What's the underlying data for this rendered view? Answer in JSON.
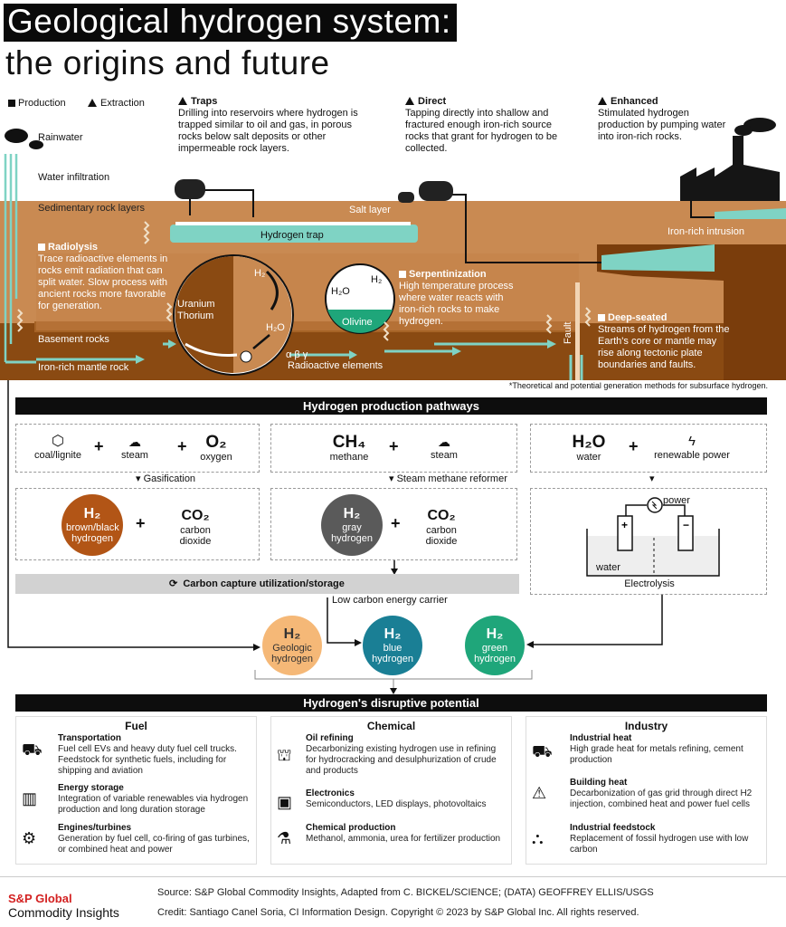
{
  "title": {
    "line1": "Geological hydrogen system:",
    "line2": "the origins and future"
  },
  "legend": {
    "production": "Production",
    "extraction": "Extraction"
  },
  "extraction_methods": [
    {
      "name": "Traps",
      "desc": "Drilling into reservoirs where hydrogen is trapped similar to oil and gas, in porous rocks below salt deposits or other impermeable rock layers."
    },
    {
      "name": "Direct",
      "desc": "Tapping directly into shallow and fractured enough iron-rich source rocks that grant for hydrogen to be collected."
    },
    {
      "name": "Enhanced",
      "desc": "Stimulated hydrogen production by pumping water into iron-rich rocks."
    }
  ],
  "geology": {
    "rainwater": "Rainwater",
    "water_infiltration": "Water infiltration",
    "sedimentary": "Sedimentary rock layers",
    "salt_layer": "Salt layer",
    "hydrogen_trap": "Hydrogen trap",
    "iron_rich_intrusion": "Iron-rich intrusion",
    "basement": "Basement rocks",
    "mantle": "Iron-rich mantle rock",
    "fault": "Fault",
    "radioactive": "Radioactive elements",
    "abg": "α β γ",
    "uranium": "Uranium",
    "thorium": "Thorium",
    "olivine": "Olivine",
    "h2": "H₂",
    "h2o": "H₂O"
  },
  "production_methods": [
    {
      "name": "Radiolysis",
      "desc": "Trace radioactive elements in rocks emit radiation that can split water. Slow process with ancient rocks more favorable for generation."
    },
    {
      "name": "Serpentinization",
      "desc": "High temperature process where water reacts with iron-rich rocks to make hydrogen."
    },
    {
      "name": "Deep-seated",
      "desc": "Streams of hydrogen from the Earth's core or mantle may rise along tectonic plate boundaries and faults."
    }
  ],
  "footnote": "*Theoretical and potential generation methods for subsurface hydrogen.",
  "pathways": {
    "header": "Hydrogen production pathways",
    "col1": {
      "in1": "coal/lignite",
      "in2": "steam",
      "in3_formula": "O₂",
      "in3": "oxygen",
      "process": "Gasification",
      "out_h2": "H₂",
      "out_label": "brown/black hydrogen",
      "co2": "CO₂",
      "co2_label": "carbon dioxide"
    },
    "col2": {
      "in1_formula": "CH₄",
      "in1": "methane",
      "in2": "steam",
      "process": "Steam methane reformer",
      "out_h2": "H₂",
      "out_label": "gray hydrogen",
      "co2": "CO₂",
      "co2_label": "carbon dioxide"
    },
    "col3": {
      "in1_formula": "H₂O",
      "in1": "water",
      "in2": "renewable power",
      "power": "power",
      "water": "water",
      "process": "Electrolysis"
    },
    "ccus": "Carbon capture utilization/storage",
    "low_carbon": "Low carbon energy carrier",
    "outputs": [
      {
        "h2": "H₂",
        "label": "Geologic hydrogen",
        "color": "#f5b877"
      },
      {
        "h2": "H₂",
        "label": "blue hydrogen",
        "color": "#1a7f95"
      },
      {
        "h2": "H₂",
        "label": "green hydrogen",
        "color": "#1fa67a"
      }
    ]
  },
  "potential": {
    "header": "Hydrogen's disruptive potential",
    "columns": [
      {
        "title": "Fuel",
        "items": [
          {
            "icon": "truck-icon",
            "name": "Transportation",
            "desc": "Fuel cell EVs and heavy duty fuel cell trucks. Feedstock for synthetic fuels, including for shipping and aviation"
          },
          {
            "icon": "battery-storage-icon",
            "name": "Energy storage",
            "desc": "Integration of variable renewables via hydrogen production and long duration storage"
          },
          {
            "icon": "turbine-icon",
            "name": "Engines/turbines",
            "desc": "Generation by fuel cell, co-firing of gas turbines, or combined heat and power"
          }
        ]
      },
      {
        "title": "Chemical",
        "items": [
          {
            "icon": "refinery-icon",
            "name": "Oil refining",
            "desc": "Decarbonizing existing hydrogen use in refining for hydrocracking and desulphurization of crude and products"
          },
          {
            "icon": "chip-icon",
            "name": "Electronics",
            "desc": "Semiconductors, LED displays, photovoltaics"
          },
          {
            "icon": "flask-icon",
            "name": "Chemical production",
            "desc": "Methanol, ammonia, urea for fertilizer production"
          }
        ]
      },
      {
        "title": "Industry",
        "items": [
          {
            "icon": "mixer-truck-icon",
            "name": "Industrial heat",
            "desc": "High grade heat for metals refining, cement production"
          },
          {
            "icon": "heat-warning-icon",
            "name": "Building heat",
            "desc": "Decarbonization of gas grid through direct H2 injection, combined heat and power fuel cells"
          },
          {
            "icon": "factory-feed-icon",
            "name": "Industrial feedstock",
            "desc": "Replacement of fossil hydrogen use with low carbon"
          }
        ]
      }
    ]
  },
  "footer": {
    "brand1": "S&P Global",
    "brand2": "Commodity Insights",
    "source": "Source: S&P Global Commodity Insights, Adapted from C. BICKEL/SCIENCE; (DATA) GEOFFREY ELLIS/USGS",
    "credit": "Credit: Santiago Canel Soria, CI Information Design.  Copyright © 2023 by S&P Global Inc. All rights reserved."
  },
  "colors": {
    "rock_top": "#c98a52",
    "rock_dark": "#8a4a12",
    "mantle": "#9b5a1e",
    "teal": "#7fd3c4",
    "black": "#0d0d0d"
  }
}
